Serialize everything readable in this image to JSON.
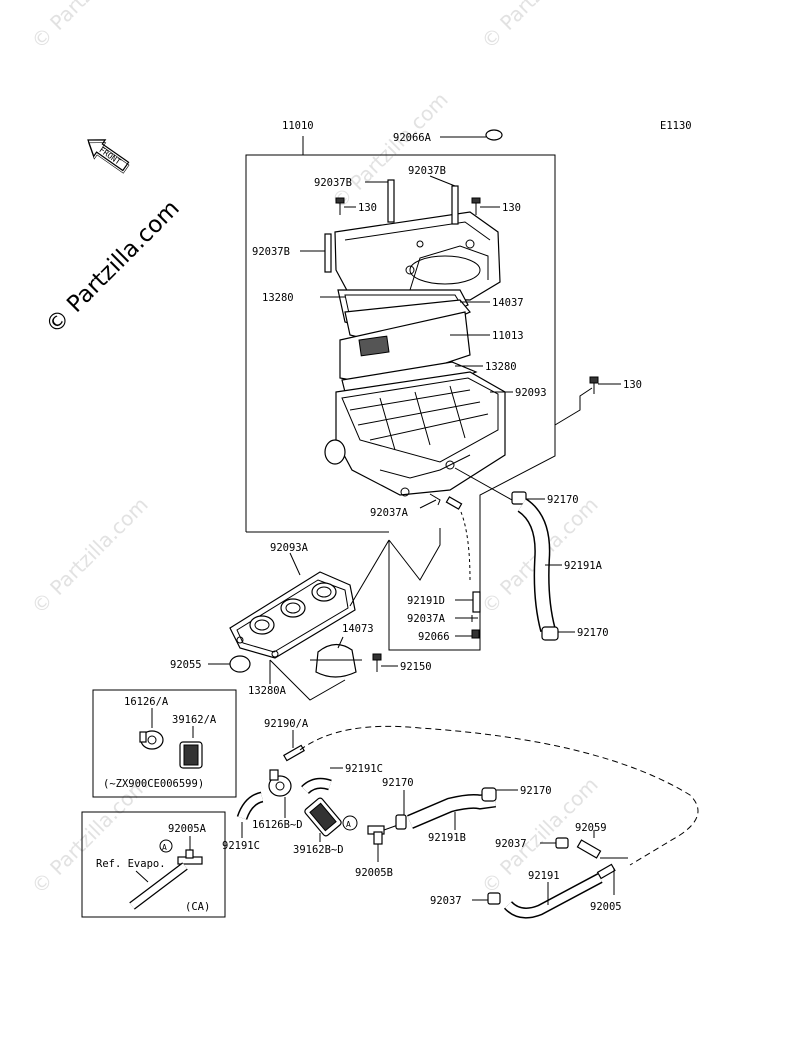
{
  "diagram": {
    "code": "E1130",
    "front_label": "FRONT",
    "watermark_main": "© Partzilla.com",
    "watermark_repeat": "© Partzilla.com",
    "labels": {
      "p11010": "11010",
      "p92066A": "92066A",
      "p92037B_1": "92037B",
      "p92037B_2": "92037B",
      "p92037B_3": "92037B",
      "p130_1": "130",
      "p130_2": "130",
      "p130_3": "130",
      "p13280_1": "13280",
      "p14037": "14037",
      "p11013": "11013",
      "p13280_2": "13280",
      "p92093": "92093",
      "p92170_1": "92170",
      "p92037A_1": "92037A",
      "p92191A": "92191A",
      "p92093A": "92093A",
      "p92191D": "92191D",
      "p92037A_2": "92037A",
      "p92066": "92066",
      "p92170_2": "92170",
      "p14073": "14073",
      "p92055": "92055",
      "p92150": "92150",
      "p13280A": "13280A",
      "p16126A": "16126/A",
      "p39162A": "39162/A",
      "serial_note": "(~ZX900CE006599)",
      "p92190A": "92190/A",
      "p92191C_1": "92191C",
      "p92170_3": "92170",
      "p92170_4": "92170",
      "p16126BD": "16126B~D",
      "p92191C_2": "92191C",
      "p39162BD": "39162B~D",
      "p92191B": "92191B",
      "p92005B": "92005B",
      "p92005A": "92005A",
      "ref_evapo": "Ref. Evapo.",
      "ca_note": "(CA)",
      "p92059": "92059",
      "p92037_1": "92037",
      "p92191": "92191",
      "p92037_2": "92037",
      "p92005": "92005",
      "circle_a_1": "A",
      "circle_a_2": "A"
    }
  }
}
